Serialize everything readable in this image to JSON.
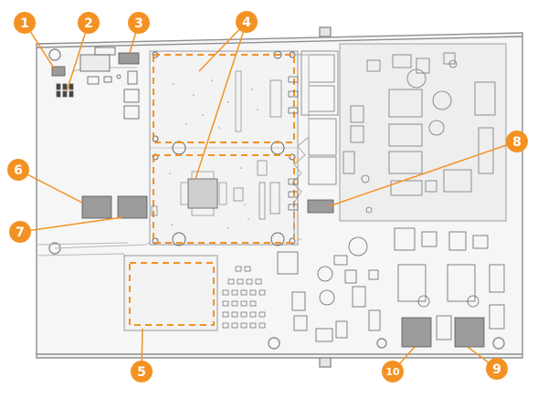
{
  "colors": {
    "accent": "#f39223",
    "board_outline": "#8e8e8e",
    "board_fill": "#f6f6f6",
    "component_gray": "#9b9b9b",
    "callout_text": "#ffffff"
  },
  "callouts": [
    {
      "id": "c1",
      "label": "1"
    },
    {
      "id": "c2",
      "label": "2"
    },
    {
      "id": "c3",
      "label": "3"
    },
    {
      "id": "c4",
      "label": "4"
    },
    {
      "id": "c5",
      "label": "5"
    },
    {
      "id": "c6",
      "label": "6"
    },
    {
      "id": "c7",
      "label": "7"
    },
    {
      "id": "c8",
      "label": "8"
    },
    {
      "id": "c9",
      "label": "9"
    },
    {
      "id": "c10",
      "label": "10"
    }
  ]
}
